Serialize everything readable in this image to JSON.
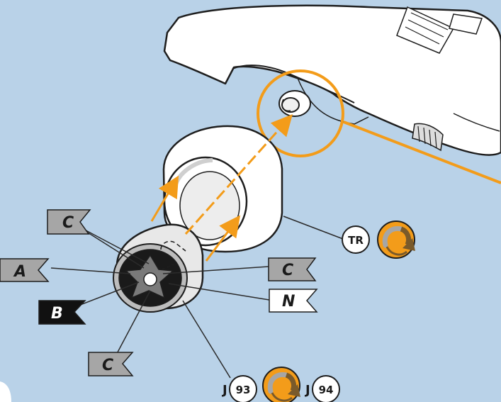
{
  "callouts": {
    "c_top": "C",
    "a": "A",
    "b": "B",
    "c_right": "C",
    "n": "N",
    "c_bottom": "C"
  },
  "reference": {
    "tr": "TR",
    "j_left": "J",
    "num_93": "93",
    "j_right": "J",
    "num_94": "94"
  },
  "colors": {
    "background": "#b9d2e8",
    "accent": "#f39c1a",
    "flag_gray": "#a6a6a6",
    "flag_dark": "#111111",
    "line": "#2b2b2b"
  },
  "icons": [
    "rotate-icon",
    "rotate-icon"
  ]
}
